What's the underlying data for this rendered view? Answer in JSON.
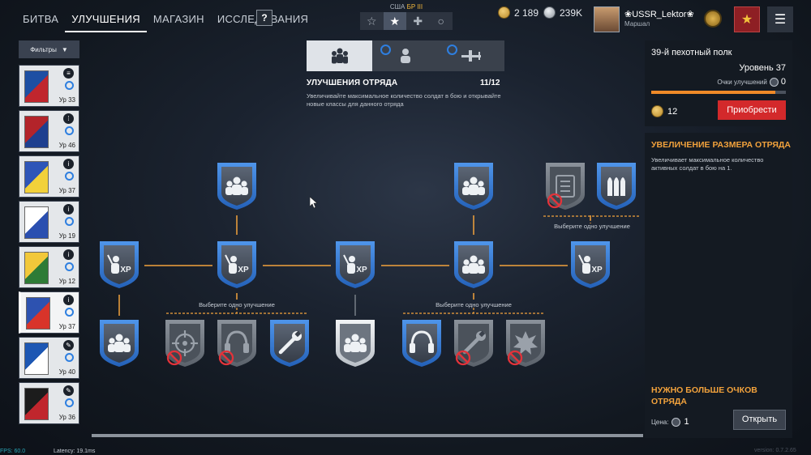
{
  "nav": {
    "tabs": [
      {
        "label": "БИТВА",
        "active": false
      },
      {
        "label": "УЛУЧШЕНИЯ",
        "active": true
      },
      {
        "label": "МАГАЗИН",
        "active": false
      },
      {
        "label": "ИССЛЕДОВАНИЯ",
        "active": false
      }
    ],
    "help": "?"
  },
  "nation": {
    "name": "США",
    "br": "БР III"
  },
  "modes": {
    "star": "☆",
    "starActive": "★",
    "cross": "✚",
    "circle": "○"
  },
  "currency": {
    "gold": "2 189",
    "silver": "239K"
  },
  "user": {
    "name": "❀USSR_Lektor❀",
    "rank": "Маршал"
  },
  "sidebar": {
    "filters_label": "Фильтры",
    "squads": [
      {
        "level": "Ур 33",
        "badge": "list-icon",
        "color1": "#1d4fa3",
        "color2": "#c0262d"
      },
      {
        "level": "Ур 46",
        "badge": "ammo-icon",
        "color1": "#b3242a",
        "color2": "#1e3f8f"
      },
      {
        "level": "Ур 37",
        "badge": "info-icon",
        "color1": "#2e55b8",
        "color2": "#f2d13a"
      },
      {
        "level": "Ур 19",
        "badge": "info-icon",
        "color1": "#ffffff",
        "color2": "#2a4fb0"
      },
      {
        "level": "Ур 12",
        "badge": "info-icon",
        "color1": "#f2c83a",
        "color2": "#2e7b36"
      },
      {
        "level": "Ур 37",
        "badge": "info-icon",
        "color1": "#2d52b0",
        "color2": "#d8342a",
        "selected": true
      },
      {
        "level": "Ур 40",
        "badge": "wrench-icon",
        "color1": "#1d57b3",
        "color2": "#ffffff"
      },
      {
        "level": "Ур 36",
        "badge": "wrench-icon",
        "color1": "#1c1c1c",
        "color2": "#c0262d"
      }
    ]
  },
  "upgrades": {
    "title": "УЛУЧШЕНИЯ ОТРЯДА",
    "count": "11/12",
    "description": "Увеличивайте максимальное количество солдат в бою и открывайте новые классы для данного отряда",
    "choose_one": "Выберите одно улучшение"
  },
  "squad_panel": {
    "name": "39-й пехотный полк",
    "level": "Уровень 37",
    "points_label": "Очки улучшений",
    "points": "0",
    "progress": 0.92,
    "gold": "12",
    "buy": "Приобрести"
  },
  "detail": {
    "title": "УВЕЛИЧЕНИЕ РАЗМЕРА ОТРЯДА",
    "description": "Увеличивает максимальное количество активных солдат в бою на 1.",
    "need_more": "НУЖНО БОЛЬШЕ ОЧКОВ ОТРЯДА",
    "price_label": "Цена:",
    "price": "1",
    "open": "Открыть"
  },
  "status": {
    "fps": "FPS: 60.0",
    "latency": "Latency: 19.1ms",
    "version": "version: 0.7.2.65"
  },
  "colors": {
    "accent": "#f2a23c",
    "buy": "#d3292b",
    "blue_shield": "#3b7fd8",
    "line": "#f2a23c"
  }
}
